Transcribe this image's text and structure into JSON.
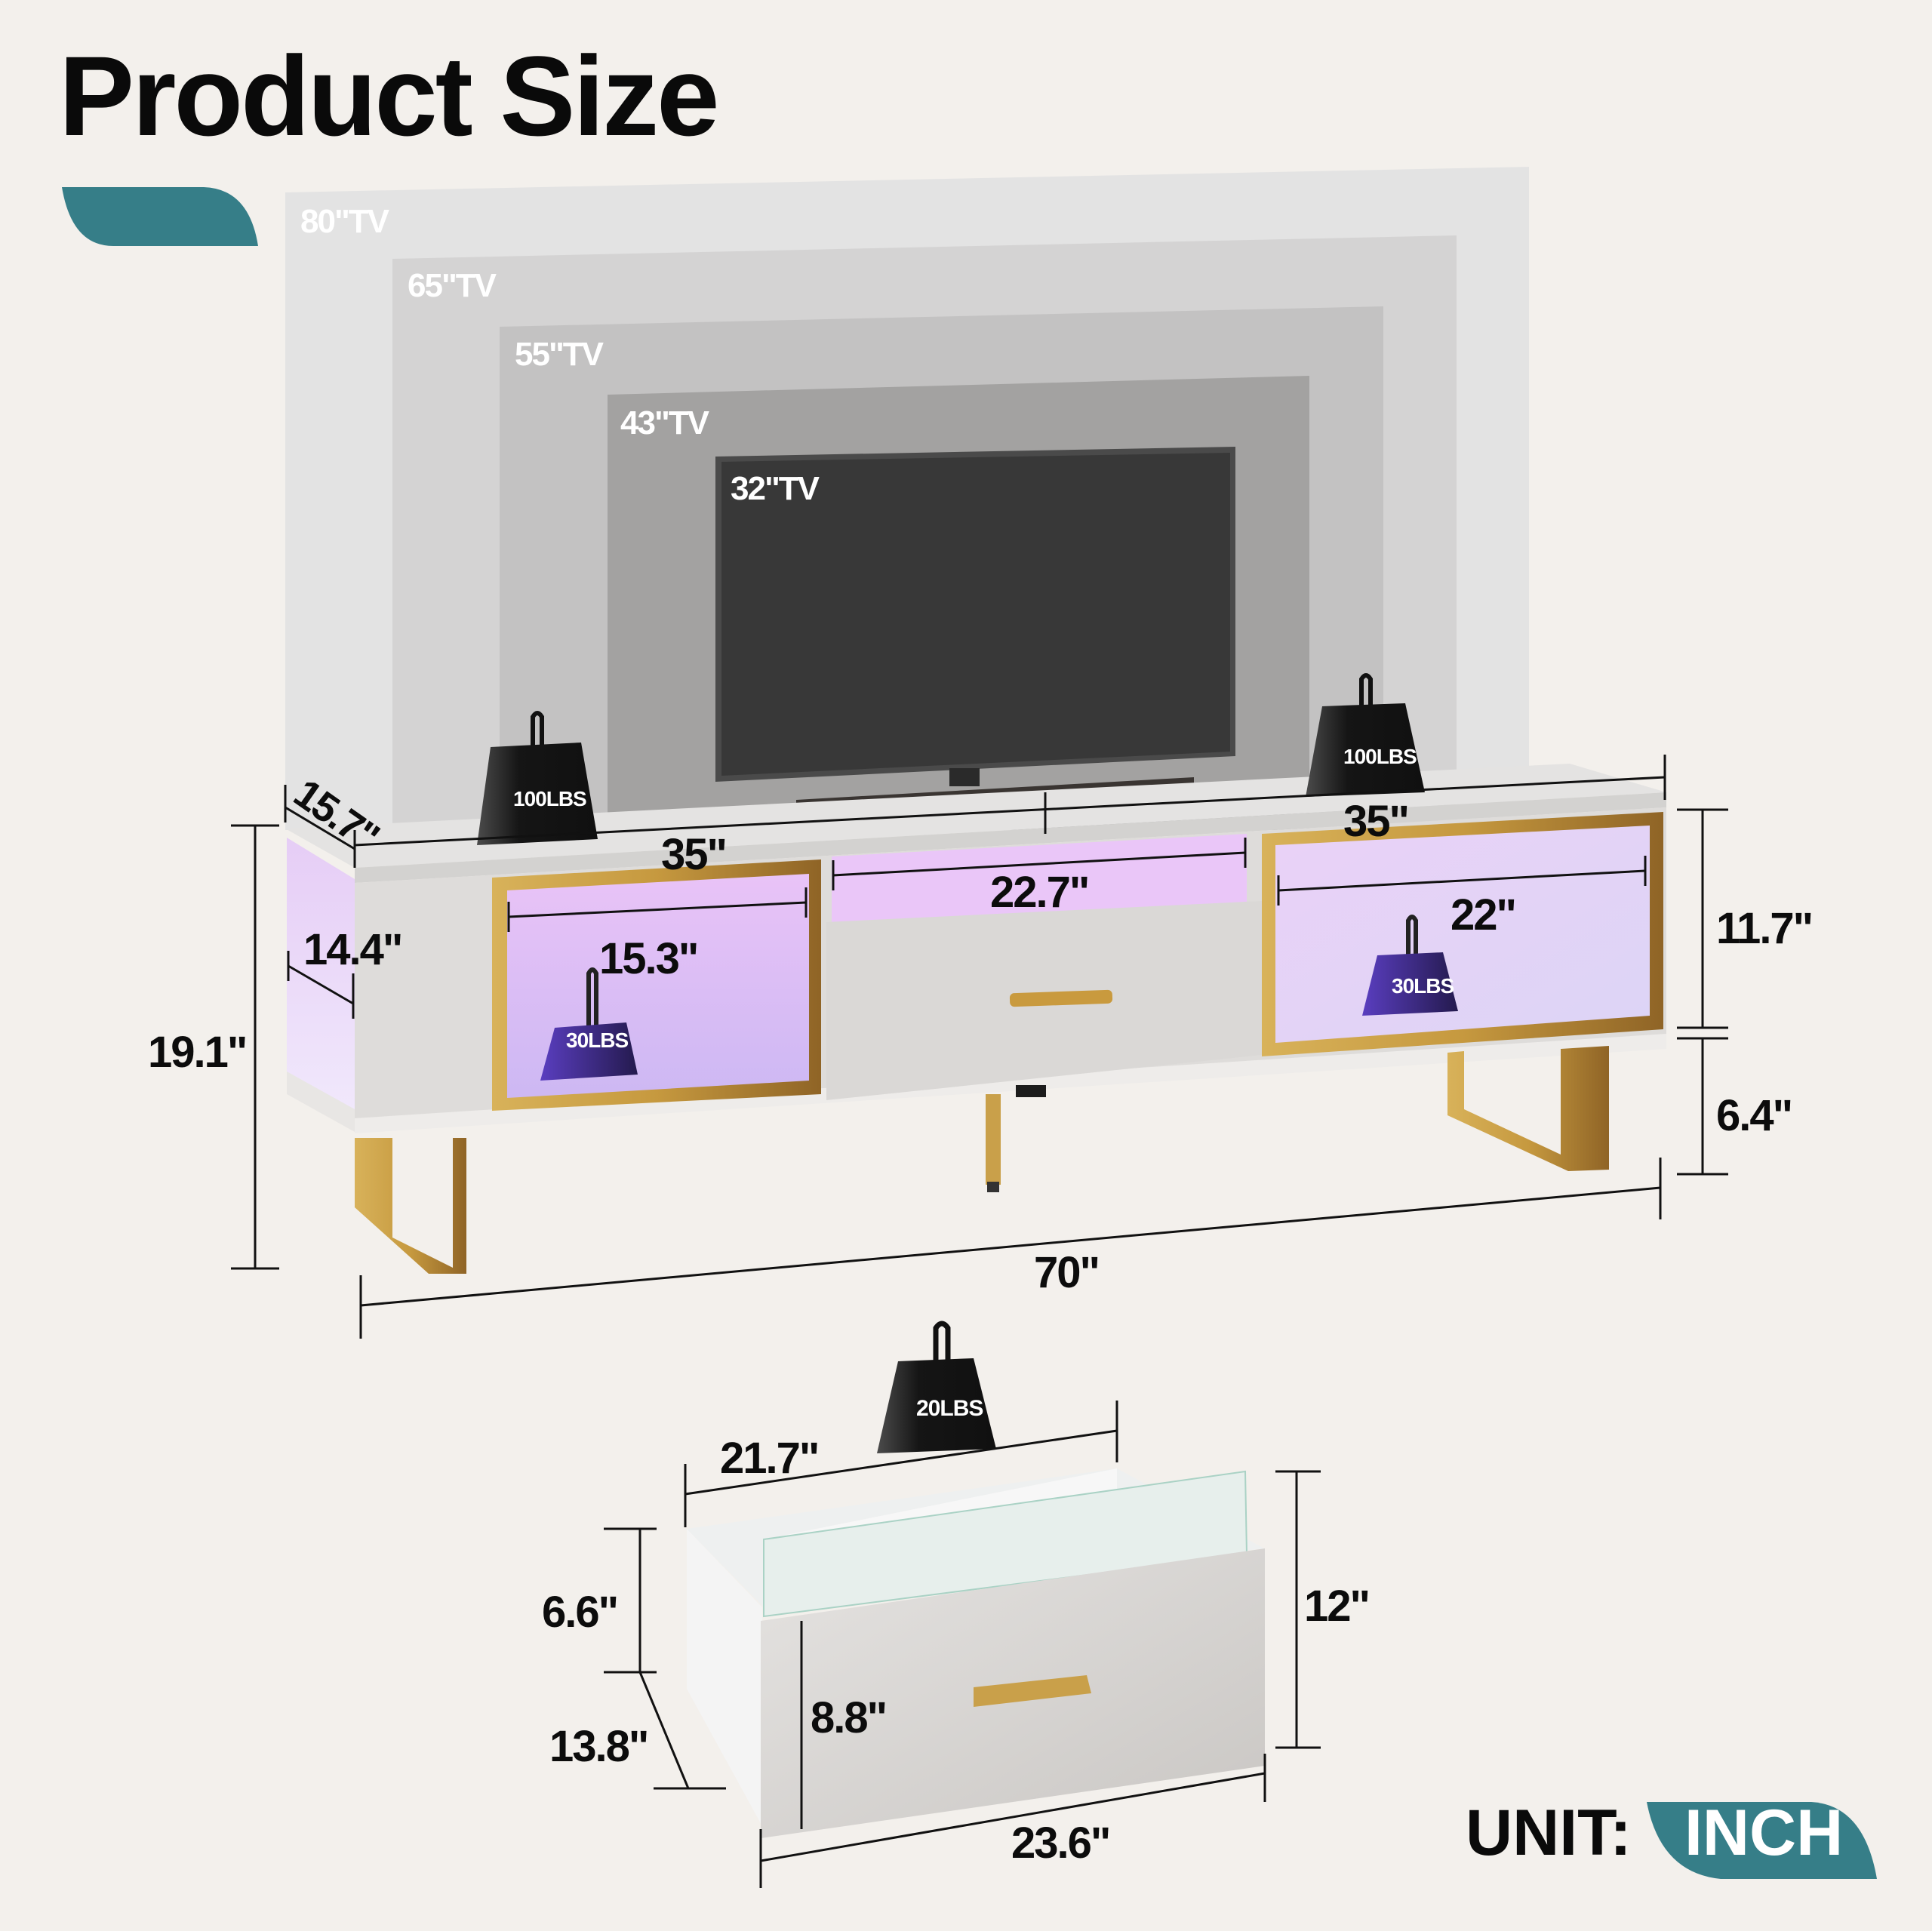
{
  "header": {
    "title": "Product Size"
  },
  "colors": {
    "background": "#f3f0ec",
    "accent_teal": "#367e88",
    "gold": "#c9a04a",
    "led_purple": "#e2b8f5",
    "weight_black": "#161616",
    "weight_purple": "#3d2a8c"
  },
  "tv_sizes": [
    {
      "label": "80\"TV",
      "fill": "#e3e3e3"
    },
    {
      "label": "65\"TV",
      "fill": "#d4d3d3"
    },
    {
      "label": "55\"TV",
      "fill": "#c3c2c2"
    },
    {
      "label": "43\"TV",
      "fill": "#a3a2a1"
    },
    {
      "label": "32\"TV",
      "fill": "#383838"
    }
  ],
  "stand": {
    "weights": {
      "top_left": "100LBS",
      "top_right": "100LBS",
      "shelf_left": "30LBS",
      "shelf_right": "30LBS"
    },
    "dimensions": {
      "depth": "15.7\"",
      "top_left_width": "35\"",
      "top_right_width": "35\"",
      "total_height": "19.1\"",
      "side_shelf_depth": "14.4\"",
      "left_cubby_width": "15.3\"",
      "middle_opening_width": "22.7\"",
      "right_cubby_width": "22\"",
      "cabinet_height": "11.7\"",
      "leg_height": "6.4\"",
      "total_width": "70\""
    }
  },
  "drawer": {
    "weight": "20LBS",
    "dimensions": {
      "inner_width": "21.7\"",
      "side_height": "6.6\"",
      "depth": "13.8\"",
      "front_height": "8.8\"",
      "total_height": "12\"",
      "front_width": "23.6\""
    }
  },
  "unit": {
    "label": "UNIT:",
    "value": "INCH"
  }
}
